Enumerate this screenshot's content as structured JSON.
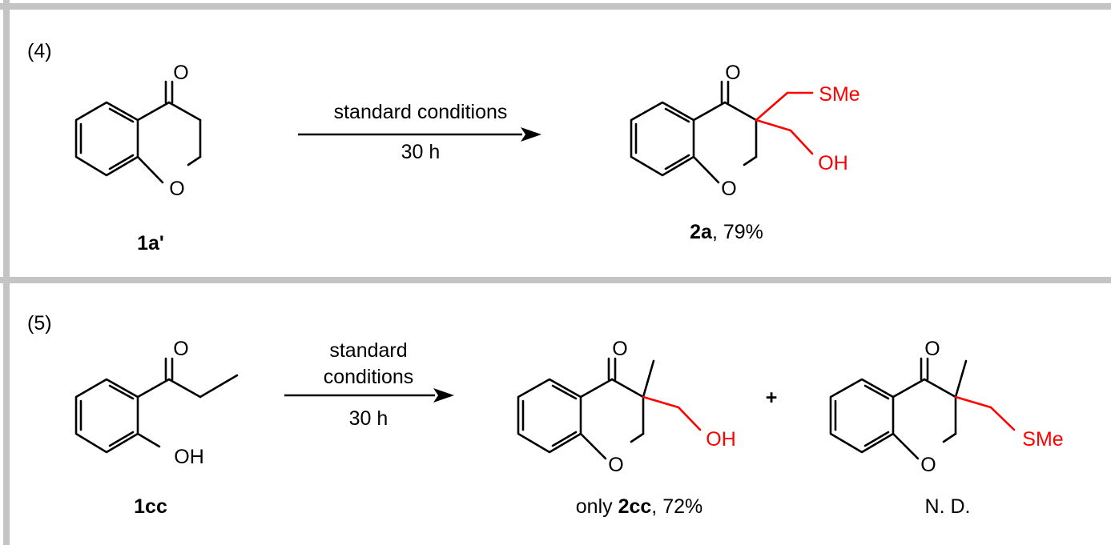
{
  "panels": [
    {
      "number": "(4)",
      "arrow": {
        "above": "standard conditions",
        "below": "30 h"
      },
      "reactant": {
        "id": "1a'",
        "atoms": {
          "carbonyl_o": "O",
          "ring_o": "O"
        }
      },
      "product": {
        "id": "2a",
        "yield": ", 79%",
        "atoms": {
          "carbonyl_o": "O",
          "ring_o": "O",
          "sme": "SMe",
          "oh": "OH"
        }
      }
    },
    {
      "number": "(5)",
      "arrow": {
        "above_line1": "standard",
        "above_line2": "conditions",
        "below": "30 h"
      },
      "reactant": {
        "id": "1cc",
        "atoms": {
          "carbonyl_o": "O",
          "oh": "OH"
        }
      },
      "plus": "+",
      "product_a": {
        "prefix": "only ",
        "id": "2cc",
        "yield": ", 72%",
        "atoms": {
          "carbonyl_o": "O",
          "ring_o": "O",
          "oh": "OH"
        }
      },
      "product_b": {
        "label": "N. D.",
        "atoms": {
          "carbonyl_o": "O",
          "ring_o": "O",
          "sme": "SMe"
        }
      }
    }
  ],
  "colors": {
    "frame": "#c4c4c4",
    "highlight": "#ff0000",
    "ink": "#000000"
  }
}
